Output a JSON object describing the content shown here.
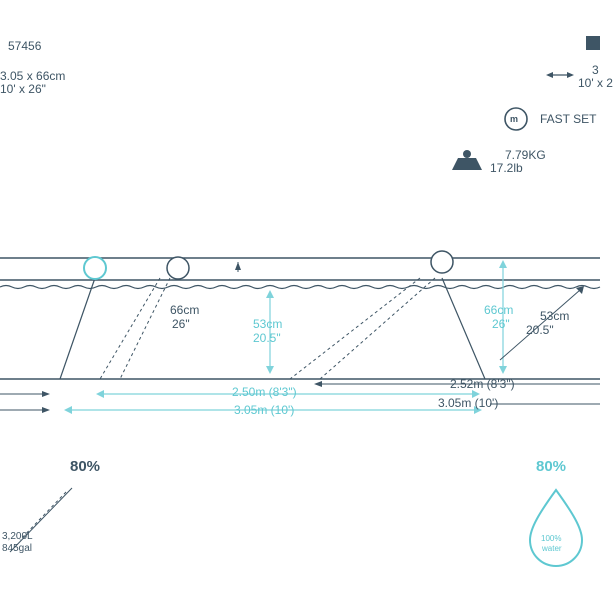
{
  "spec": {
    "model_code": "57456",
    "size_line1": "3.05 x 66cm",
    "size_line2": "10' x 26\"",
    "top_right_hash": "#",
    "dims_right_line1": "3",
    "dims_right_line2": "10' x 2",
    "fast_set_label": "FAST SET",
    "fast_set_icon_text": "m",
    "weight_kg": "7.79KG",
    "weight_lb": "17.2lb"
  },
  "pool_dims": {
    "left_height_cm": "66cm",
    "left_height_in": "26\"",
    "center_height_cm": "53cm",
    "center_height_in": "20.5\"",
    "right_height_cm": "66cm",
    "right_height_in": "26\"",
    "right_water_cm": "53cm",
    "right_water_in": "20.5\"",
    "bottom_width_inner": "2.50m (8'3\")",
    "bottom_width_outer": "3.05m (10')",
    "right_width_inner": "2.52m (8'3\")",
    "right_width_outer": "3.05m (10')"
  },
  "capacity": {
    "left_percent": "80%",
    "right_percent": "80%",
    "volume_l": "3,200L",
    "volume_gal": "845gal",
    "drop_text_1": "100%",
    "drop_text_2": "water"
  },
  "colors": {
    "ink": "#3e5565",
    "teal": "#5ec8d1",
    "dim_line": "#7fd3db"
  }
}
